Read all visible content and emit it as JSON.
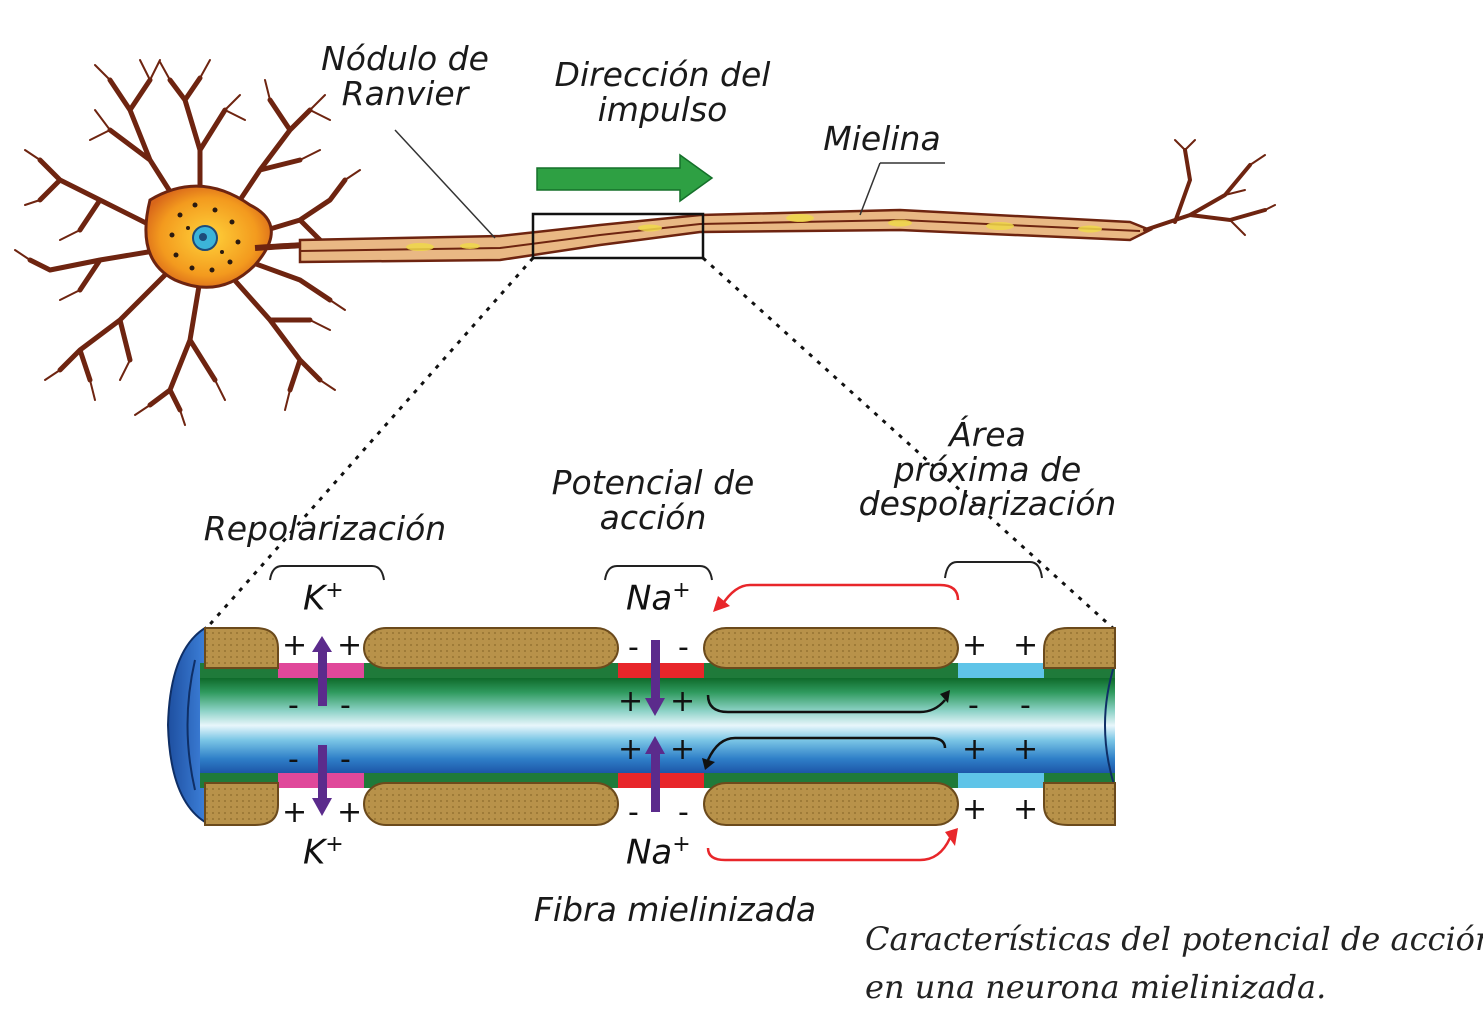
{
  "labels": {
    "node": [
      "Nódulo de",
      "Ranvier"
    ],
    "direction": [
      "Dirección del",
      "impulso"
    ],
    "myelin": "Mielina",
    "repolarization": "Repolarización",
    "action_potential": [
      "Potencial de",
      "acción"
    ],
    "next_area": [
      "Área",
      "próxima de",
      "despolarización"
    ],
    "fiber": "Fibra mielinizada"
  },
  "ions": {
    "k": "K",
    "na": "Na",
    "charge": "+"
  },
  "caption": [
    "Características del potencial de acción",
    "en una neurona mielinizada."
  ],
  "colors": {
    "neuron_body": "#f39a1e",
    "neuron_outline": "#6e2410",
    "myelin_tan": "#b8924a",
    "arrow_green": "#2ea043",
    "axon_green": "#1f7a3a",
    "red_node": "#e8262a",
    "pink_node": "#e0489a",
    "purple_channel": "#5b2b8c",
    "cyan_area": "#5fc4e8"
  }
}
